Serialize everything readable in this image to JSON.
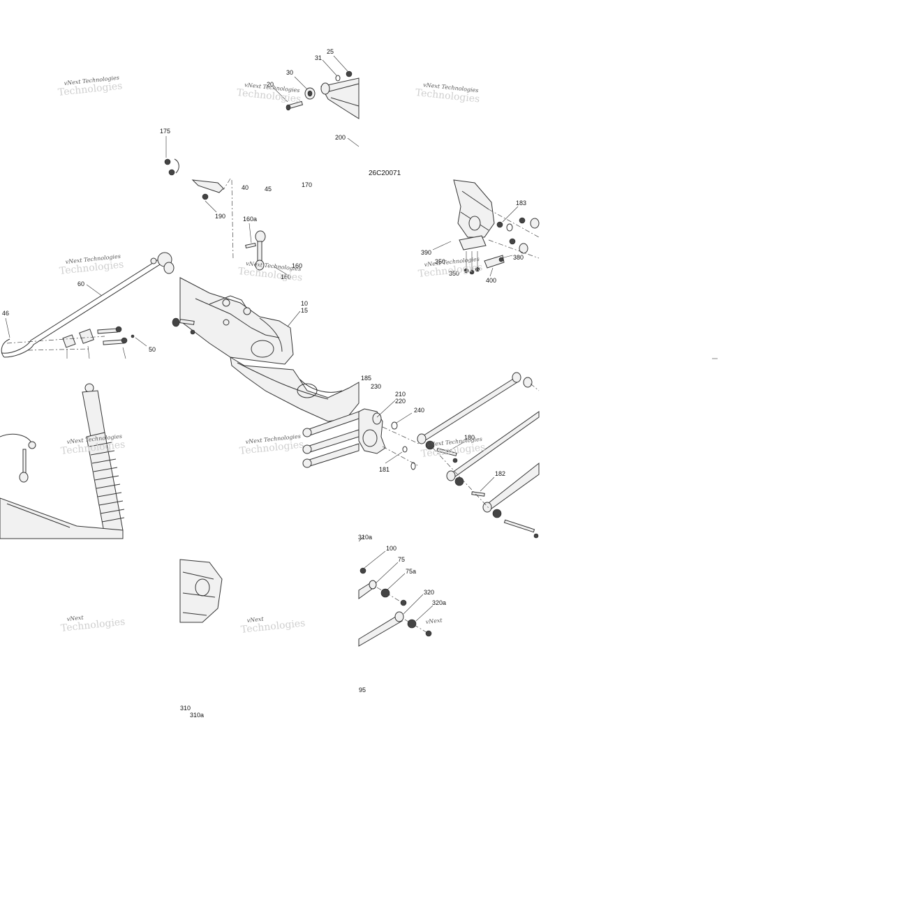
{
  "diagram": {
    "code": "26C20071",
    "watermark_line1": "vNext",
    "watermark_line2": "Technologies",
    "watermark": "vNext Technologies",
    "labels": {
      "25": "25",
      "31": "31",
      "30": "30",
      "20": "20",
      "200": "200",
      "175": "175",
      "40": "40",
      "45": "45",
      "170": "170",
      "190": "190",
      "160a": "160a",
      "160b": "160",
      "160c": "160",
      "183": "183",
      "390": "390",
      "350a": "350",
      "350b": "350",
      "380": "380",
      "400": "400",
      "60": "60",
      "46": "46",
      "50": "50",
      "10": "10",
      "15": "15",
      "185": "185",
      "230": "230",
      "210": "210",
      "220": "220",
      "240": "240",
      "180": "180",
      "181": "181",
      "182": "182",
      "310top": "310a",
      "100": "100",
      "75": "75",
      "75a": "75a",
      "320": "320",
      "320a": "320a",
      "95": "95",
      "310": "310",
      "310a": "310a"
    }
  }
}
